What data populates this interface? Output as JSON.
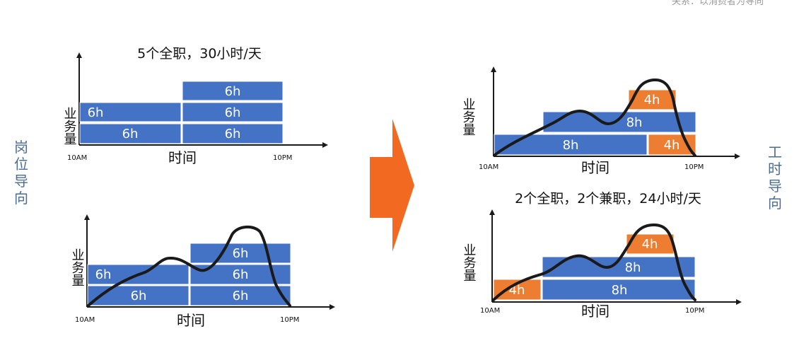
{
  "header_fragment": "关系：以消费者为导向",
  "left_label": "岗位导向",
  "right_label": "工时导向",
  "panels": {
    "top_left": {
      "title": "5个全职，30小时/天",
      "ylabel": "业务量",
      "xlabel": "时间",
      "x_start": "10AM",
      "x_end": "10PM",
      "blocks": [
        {
          "label": "6h",
          "color": "blue"
        },
        {
          "label": "6h",
          "color": "blue"
        },
        {
          "label": "6h",
          "color": "blue"
        },
        {
          "label": "6h",
          "color": "blue"
        },
        {
          "label": "6h",
          "color": "blue"
        }
      ]
    },
    "bottom_left": {
      "ylabel": "业务量",
      "xlabel": "时间",
      "x_start": "10AM",
      "x_end": "10PM",
      "blocks": [
        {
          "label": "6h",
          "color": "blue"
        },
        {
          "label": "6h",
          "color": "blue"
        },
        {
          "label": "6h",
          "color": "blue"
        },
        {
          "label": "6h",
          "color": "blue"
        },
        {
          "label": "6h",
          "color": "blue"
        }
      ]
    },
    "top_right": {
      "ylabel": "业务量",
      "xlabel": "时间",
      "x_start": "10AM",
      "x_end": "10PM",
      "blocks": [
        {
          "label": "4h",
          "color": "orange"
        },
        {
          "label": "8h",
          "color": "blue"
        },
        {
          "label": "8h",
          "color": "blue"
        },
        {
          "label": "4h",
          "color": "orange"
        }
      ]
    },
    "bottom_right": {
      "title": "2个全职，2个兼职，24小时/天",
      "ylabel": "业务量",
      "xlabel": "时间",
      "x_start": "10AM",
      "x_end": "10PM",
      "blocks": [
        {
          "label": "4h",
          "color": "orange"
        },
        {
          "label": "8h",
          "color": "blue"
        },
        {
          "label": "4h",
          "color": "orange"
        },
        {
          "label": "8h",
          "color": "blue"
        }
      ]
    }
  },
  "colors": {
    "blue": "#4472c4",
    "orange": "#ed7d31",
    "arrow": "#f26a22",
    "curve": "#1a1a1a",
    "side_label": "#4a6d96"
  }
}
